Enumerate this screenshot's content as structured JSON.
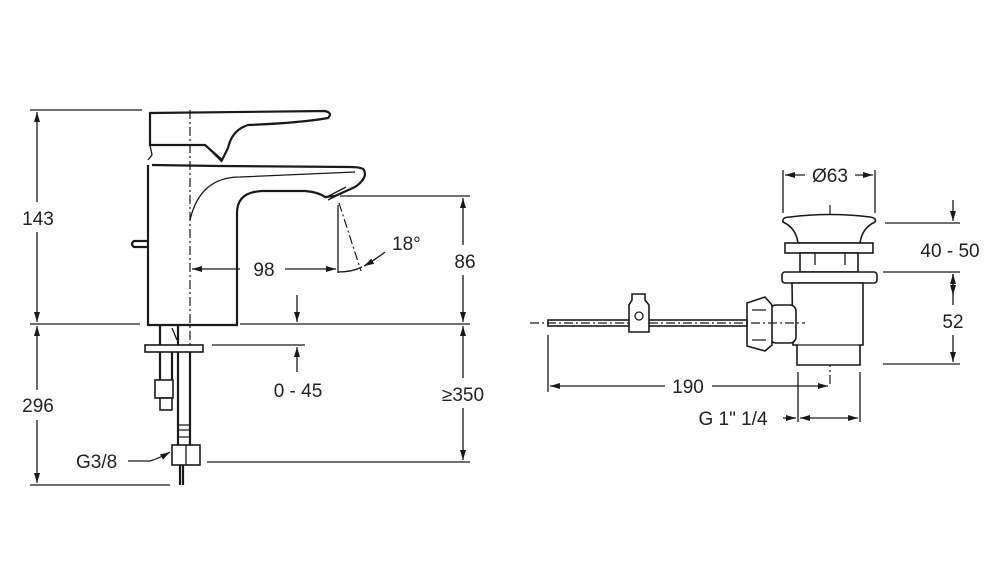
{
  "faucet": {
    "dim_total_height": "143",
    "dim_below_deck": "296",
    "dim_spout_reach": "98",
    "dim_spout_angle": "18°",
    "dim_spout_height": "86",
    "dim_deck_thickness": "0 - 45",
    "dim_min_clearance": "≥350",
    "connection_thread": "G3/8"
  },
  "drain": {
    "dim_diameter": "Ø63",
    "dim_lift": "40 - 50",
    "dim_body_height": "52",
    "dim_rod_length": "190",
    "connection_thread": "G 1\" 1/4"
  }
}
